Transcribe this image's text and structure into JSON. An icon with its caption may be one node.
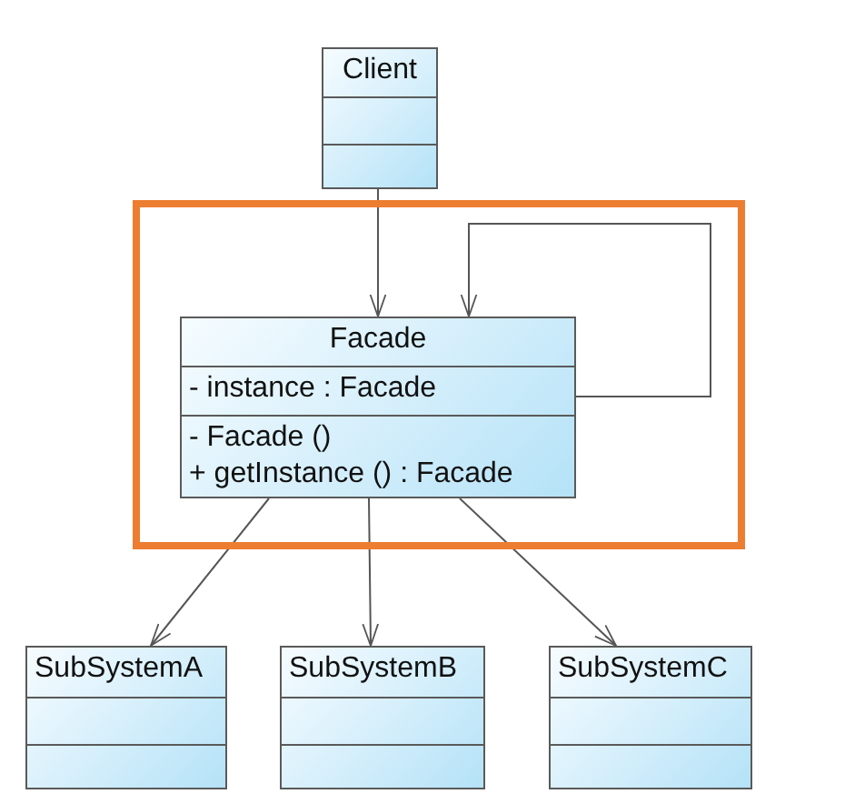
{
  "diagram": {
    "nodes": [
      {
        "text": [
          "Client"
        ]
      },
      {
        "text": [],
        "shape": "box"
      },
      {
        "text": [
          "Facade",
          "- instance : Facade",
          "- Facade ()",
          "+ getInstance () : Facade"
        ],
        "in": 1
      },
      {
        "text": [
          "SubSystemA"
        ]
      },
      {
        "text": [
          "SubSystemB"
        ]
      },
      {
        "text": [
          "SubSystemC"
        ]
      }
    ],
    "edges": [
      {
        "from": 0,
        "to": 2,
        "arrow": "to"
      },
      {
        "from": 2,
        "to": 2,
        "arrow": "to"
      },
      {
        "from": 2,
        "to": 3,
        "arrow": "to"
      },
      {
        "from": 2,
        "to": 4,
        "arrow": "to"
      },
      {
        "from": 2,
        "to": 5,
        "arrow": "to"
      }
    ]
  }
}
